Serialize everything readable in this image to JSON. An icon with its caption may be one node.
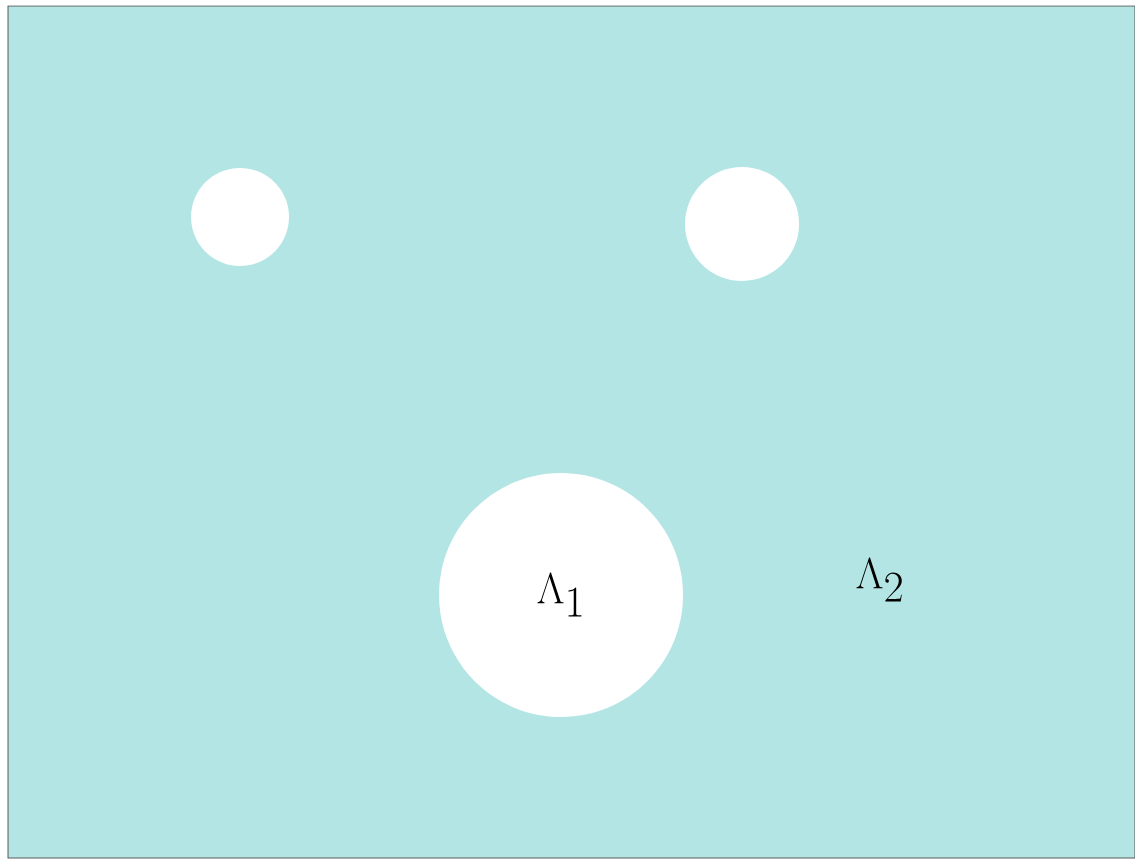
{
  "diagram": {
    "nodes": [
      {
        "text": [],
        "shape": "circle"
      },
      {
        "text": [],
        "shape": "circle"
      },
      {
        "text": [
          "\\Lambda_1"
        ]
      }
    ],
    "labels": [
      "\\Lambda_2"
    ]
  }
}
